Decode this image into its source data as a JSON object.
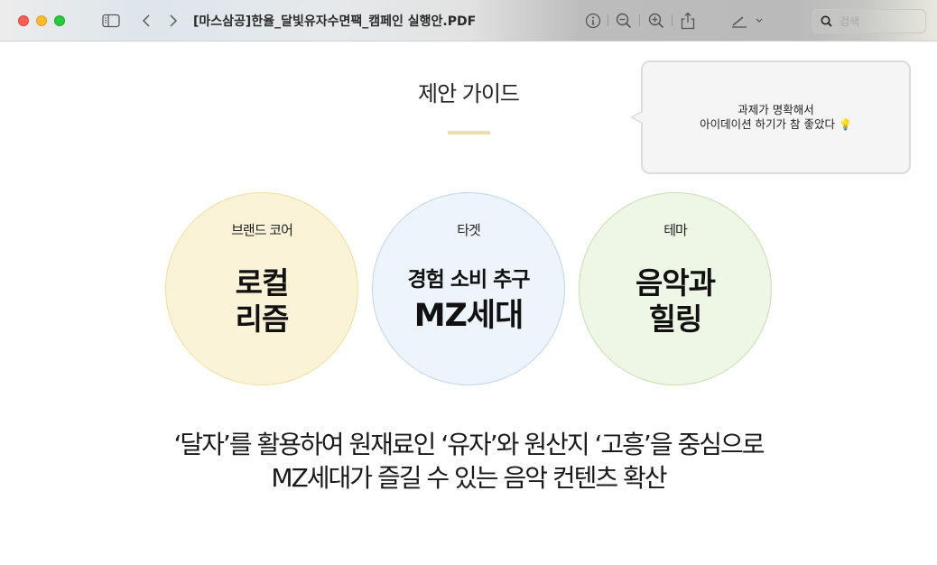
{
  "window": {
    "title": "[마스삼공]한율_달빛유자수면팩_캠페인 실행안.PDF",
    "traffic_lights": {
      "close": "#fe5f57",
      "minimize": "#febc2e",
      "zoom": "#28c840"
    }
  },
  "toolbar": {
    "sidebar_icon": "sidebar-icon",
    "back_icon": "chevron-left-icon",
    "forward_icon": "chevron-right-icon",
    "info_icon": "info-icon",
    "zoom_out_icon": "zoom-out-icon",
    "zoom_in_icon": "zoom-in-icon",
    "share_icon": "share-icon",
    "markup_icon": "pen-icon",
    "search": {
      "placeholder": "검색",
      "value": ""
    }
  },
  "page": {
    "title": "제안 가이드",
    "accent_color": "#ede0a4",
    "comment": {
      "line1": "과제가 명확해서",
      "line2": "아이데이션 하기가 참 좋았다",
      "emoji": "💡"
    },
    "circles": [
      {
        "label": "브랜드 코어",
        "main_line1": "로컬",
        "main_line2": "리즘",
        "fill": "#faf3d7",
        "border": "#eedf9c"
      },
      {
        "label": "타겟",
        "main_line1": "경험 소비 추구",
        "main_line2": "MZ세대",
        "fill": "#eef4fb",
        "border": "#bdd6ee"
      },
      {
        "label": "테마",
        "main_line1": "음악과",
        "main_line2": "힐링",
        "fill": "#eef6e6",
        "border": "#c5e0b1"
      }
    ],
    "summary": {
      "line1": "‘달자’를 활용하여 원재료인 ‘유자’와 원산지 ‘고흥’을 중심으로",
      "line2": "MZ세대가 즐길 수 있는 음악 컨텐츠 확산"
    }
  }
}
